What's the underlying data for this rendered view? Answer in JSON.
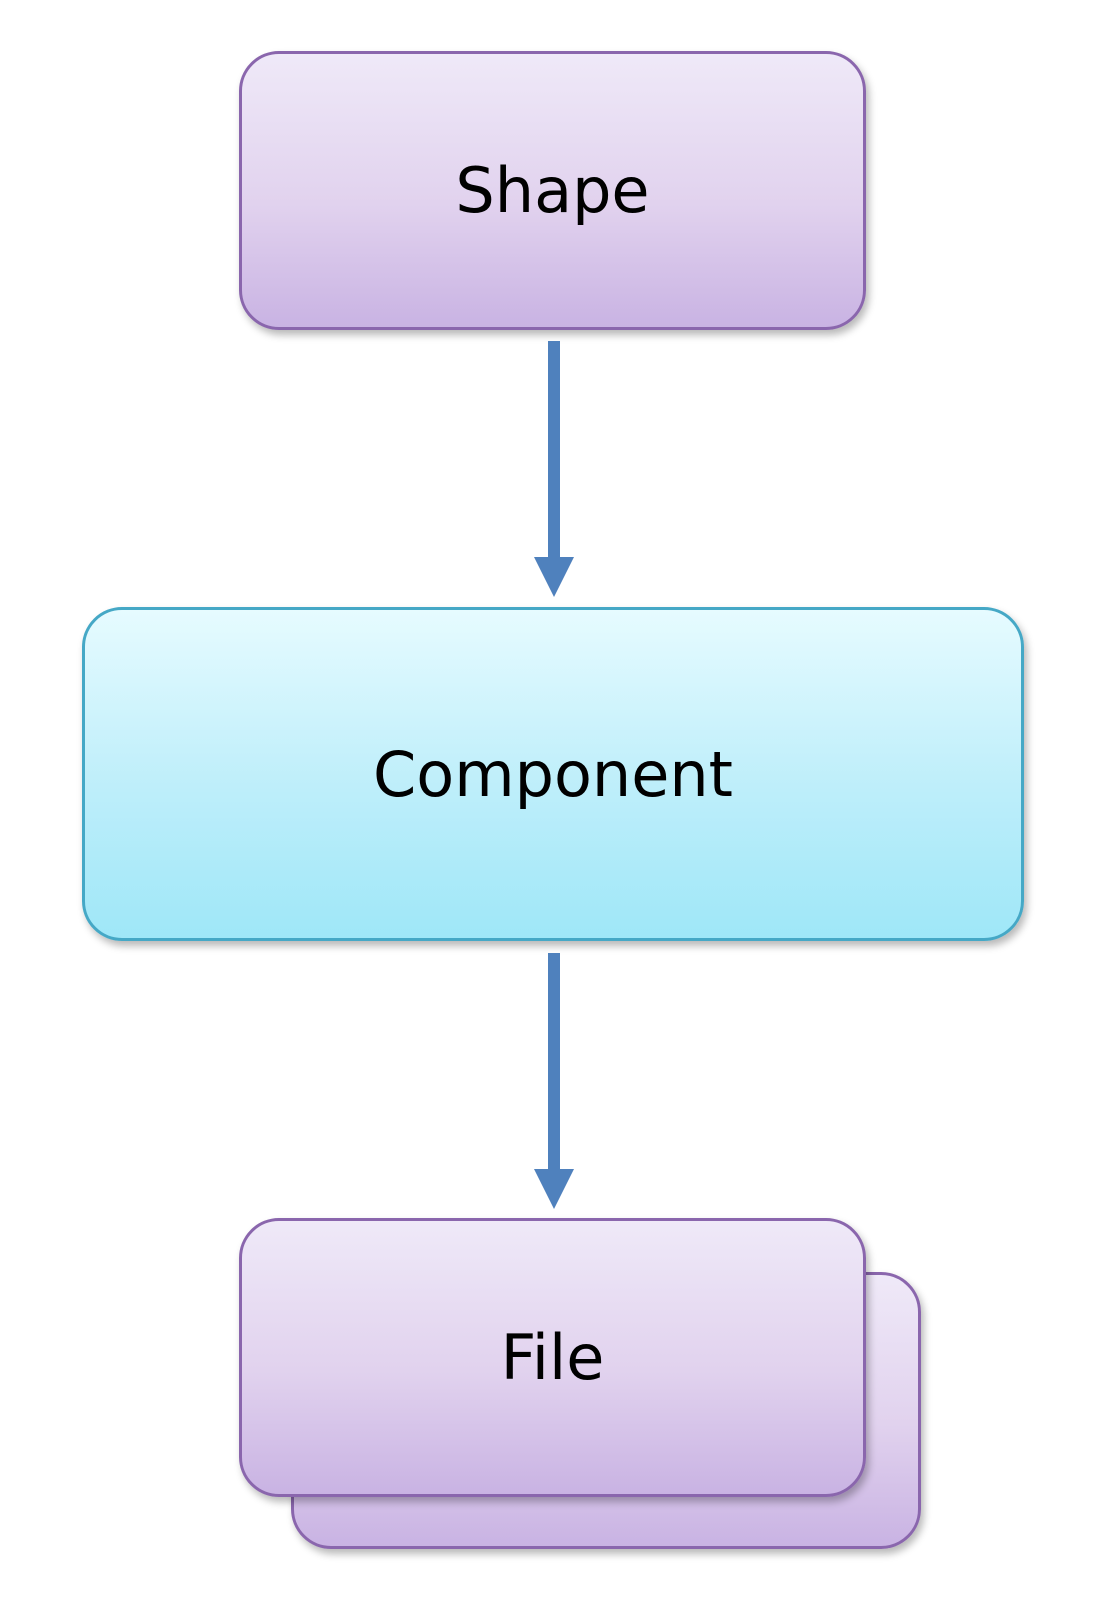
{
  "diagram": {
    "nodes": [
      {
        "id": "shape",
        "label": "Shape"
      },
      {
        "id": "component",
        "label": "Component"
      },
      {
        "id": "file",
        "label": "File"
      }
    ],
    "edges": [
      {
        "from": "shape",
        "to": "component"
      },
      {
        "from": "component",
        "to": "file"
      }
    ],
    "colors": {
      "purple_fill": "#e1d2ee",
      "purple_border": "#8a66ad",
      "cyan_fill": "#bdeefa",
      "cyan_border": "#45a8c6",
      "arrow": "#4f81bd"
    }
  }
}
